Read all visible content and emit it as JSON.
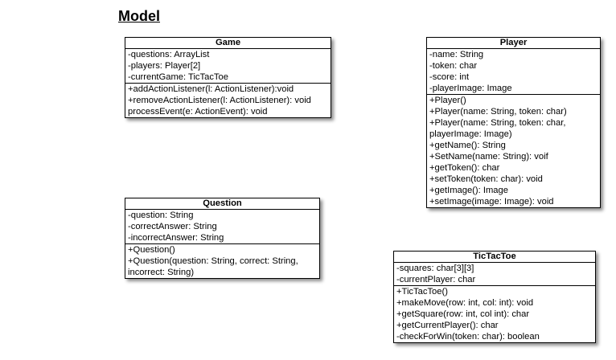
{
  "title": "Model",
  "classes": {
    "game": {
      "name": "Game",
      "attributes": [
        "-questions: ArrayList",
        "-players: Player[2]",
        "-currentGame: TicTacToe"
      ],
      "operations": [
        "+addActionListener(l: ActionListener):void",
        "+removeActionListener(l: ActionListener): void",
        "processEvent(e: ActionEvent): void"
      ]
    },
    "player": {
      "name": "Player",
      "attributes": [
        "-name: String",
        "-token: char",
        "-score: int",
        "-playerImage: Image"
      ],
      "operations": [
        "+Player()",
        "+Player(name: String, token: char)",
        "+Player(name: String, token: char,",
        "playerImage: Image)",
        "+getName(): String",
        "+SetName(name: String): voif",
        "+getToken(): char",
        "+setToken(token: char): void",
        "+getImage(): Image",
        "+setImage(image: Image): void"
      ]
    },
    "question": {
      "name": "Question",
      "attributes": [
        "-question: String",
        "-correctAnswer: String",
        "-incorrectAnswer: String"
      ],
      "operations": [
        "+Question()",
        "+Question(question: String, correct: String,",
        "incorrect: String)"
      ]
    },
    "tictactoe": {
      "name": "TicTacToe",
      "attributes": [
        "-squares: char[3][3]",
        "-currentPlayer: char"
      ],
      "operations": [
        "+TicTacToe()",
        "+makeMove(row: int, col: int): void",
        "+getSquare(row: int, col int): char",
        "+getCurrentPlayer(): char",
        "-checkForWin(token: char): boolean"
      ]
    }
  }
}
